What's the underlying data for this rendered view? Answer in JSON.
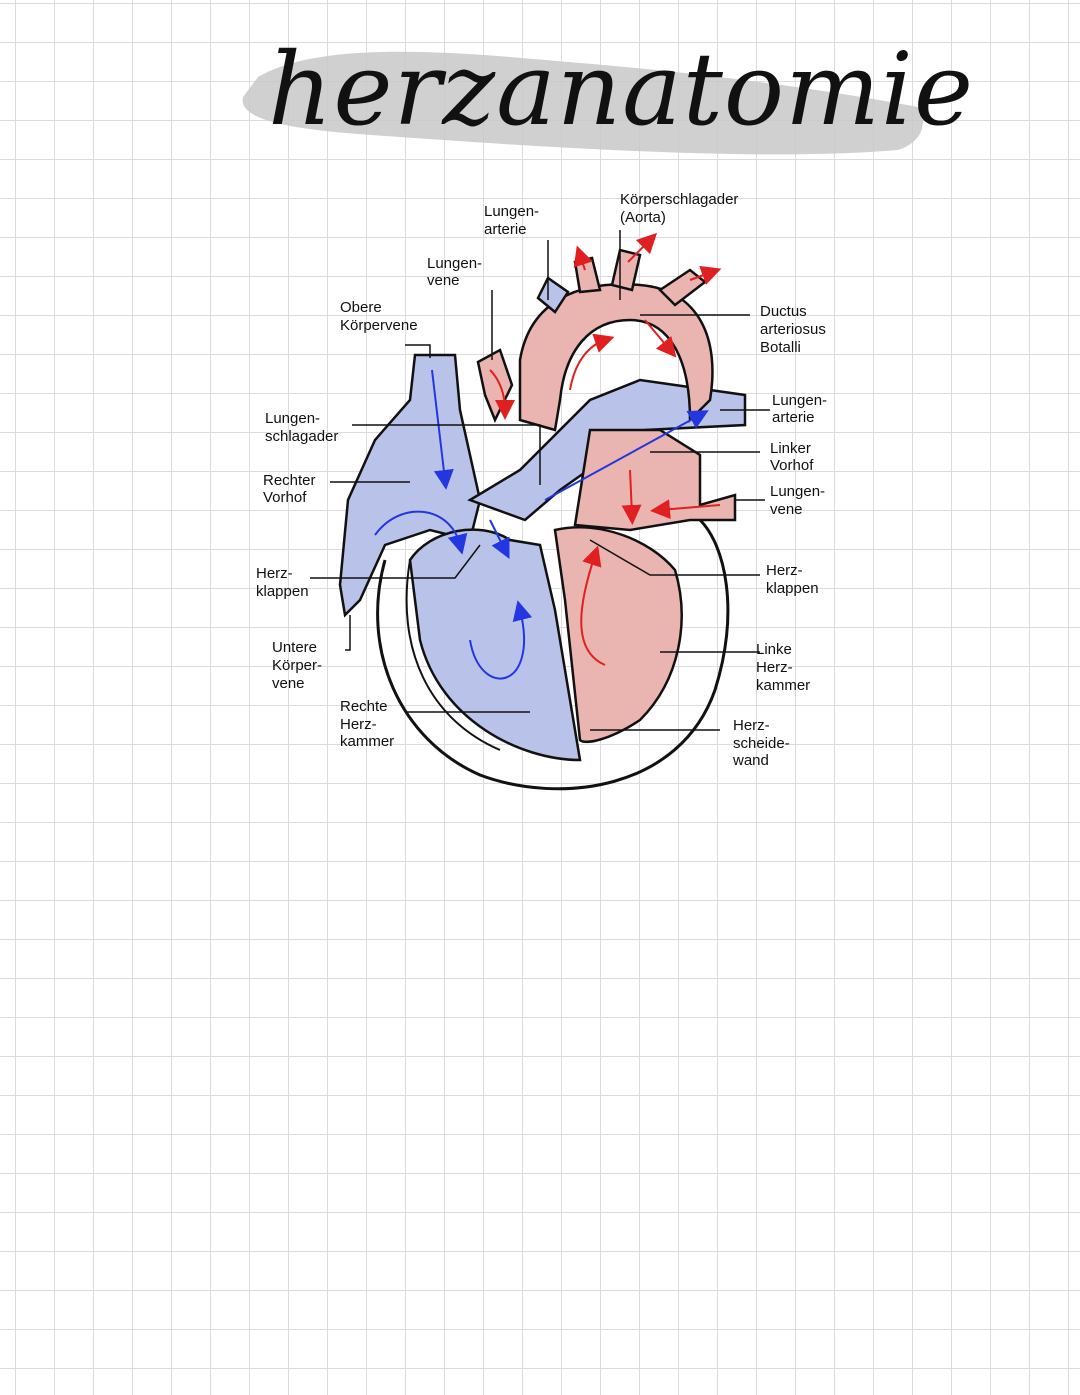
{
  "title": "herzanatomie",
  "colors": {
    "highlight": "#c8c8c8",
    "venous": "#b9c3ea",
    "arterial": "#eab4b1",
    "arrow_blue": "#2436e0",
    "arrow_red": "#e02020",
    "outline": "#111111",
    "grid": "#dcdcdc"
  },
  "labels": {
    "lungenarterie_top": [
      "Lungen-",
      "arterie"
    ],
    "aorta": [
      "Körperschlagader",
      "(Aorta)"
    ],
    "lungenvene_top": [
      "Lungen-",
      "vene"
    ],
    "obere_koerpervene": [
      "Obere",
      "Körpervene"
    ],
    "ductus": [
      "Ductus",
      "arteriosus",
      "Botalli"
    ],
    "lungenschlagader": [
      "Lungen-",
      "schlagader"
    ],
    "lungenarterie_right": [
      "Lungen-",
      "arterie"
    ],
    "rechter_vorhof": [
      "Rechter",
      "Vorhof"
    ],
    "linker_vorhof": [
      "Linker",
      "Vorhof"
    ],
    "lungenvene_right": [
      "Lungen-",
      "vene"
    ],
    "herzklappen_left": [
      "Herz-",
      "klappen"
    ],
    "herzklappen_right": [
      "Herz-",
      "klappen"
    ],
    "untere_koerpervene": [
      "Untere",
      "Körper-",
      "vene"
    ],
    "linke_herzkammer": [
      "Linke",
      "Herz-",
      "kammer"
    ],
    "rechte_herzkammer": [
      "Rechte",
      "Herz-",
      "kammer"
    ],
    "herzscheidewand": [
      "Herz-",
      "scheide-",
      "wand"
    ]
  }
}
